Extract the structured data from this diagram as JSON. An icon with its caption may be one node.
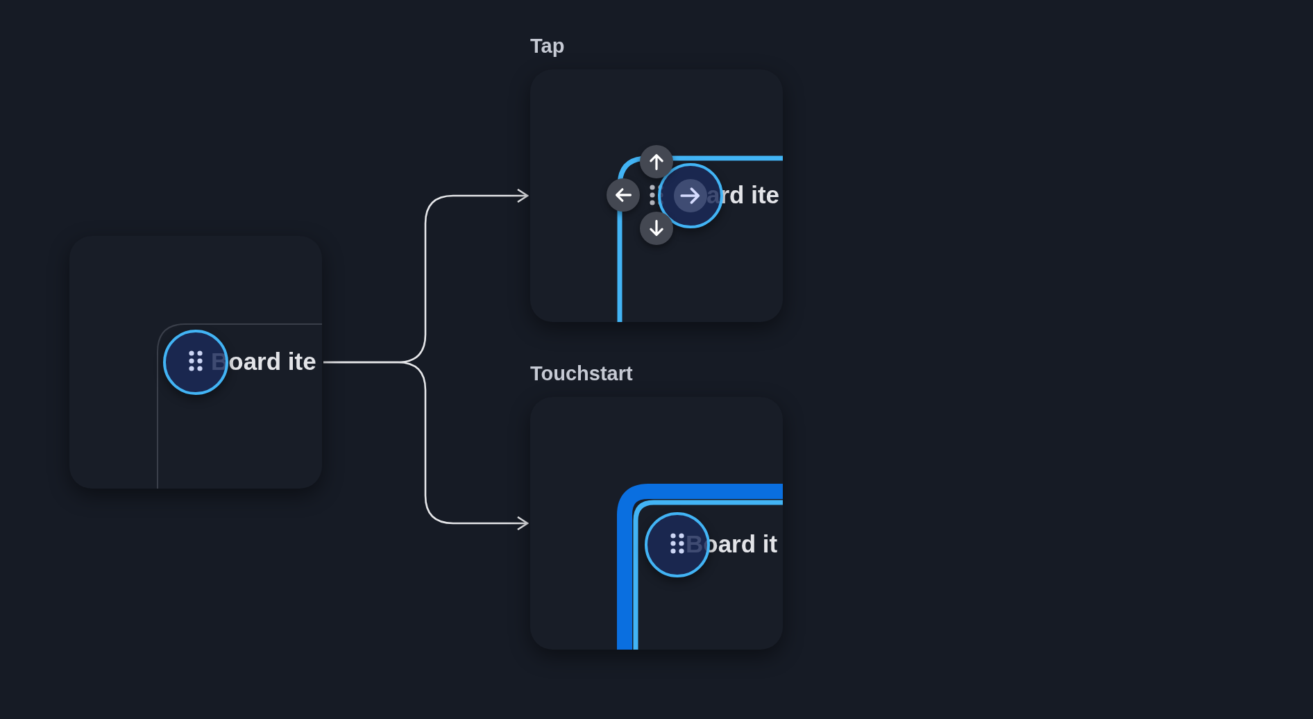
{
  "diagram": {
    "nodes": [
      {
        "text": [
          "Board ite"
        ]
      },
      {
        "text": [
          "Tap",
          "ard ite"
        ]
      },
      {
        "text": [
          "Touchstart",
          "Board it"
        ]
      }
    ],
    "edges": [
      {
        "from": 0,
        "to": 1,
        "arrow": "to"
      },
      {
        "from": 0,
        "to": 2,
        "arrow": "to"
      }
    ]
  }
}
